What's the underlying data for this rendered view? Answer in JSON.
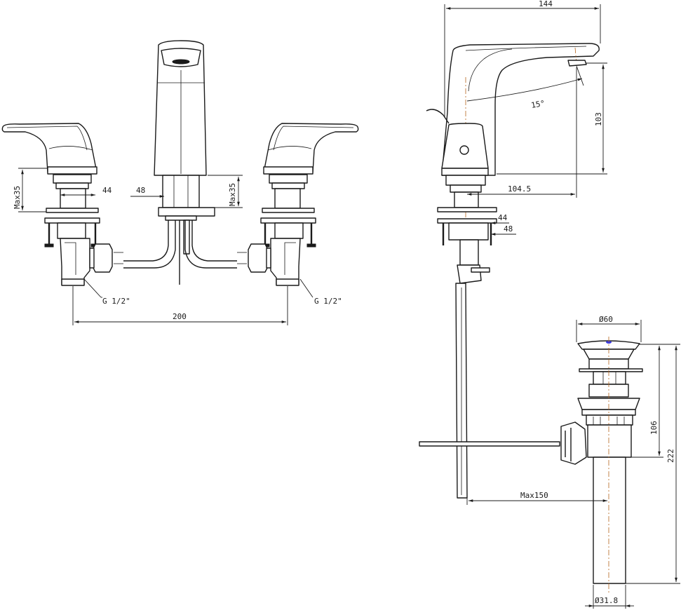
{
  "dimensions": {
    "faucet_front": {
      "handle_max_left": "Max35",
      "dim_44_front": "44",
      "dim_48_front": "48",
      "spout_max_35": "Max35",
      "thread_left": "G 1/2\"",
      "thread_right": "G 1/2\"",
      "width_200": "200"
    },
    "faucet_side": {
      "top_144": "144",
      "angle_15": "15°",
      "height_103": "103",
      "reach_104_5": "104.5",
      "dim_44_side": "44",
      "dim_48_side": "48"
    },
    "drain": {
      "dia_60": "Ø60",
      "height_106": "106",
      "height_222": "222",
      "max_150": "Max150",
      "dia_31_8": "Ø31.8"
    }
  },
  "colors": {
    "line": "#1a1a1a",
    "centerline": "#b5651d",
    "accent_blue": "#3a3adf"
  }
}
